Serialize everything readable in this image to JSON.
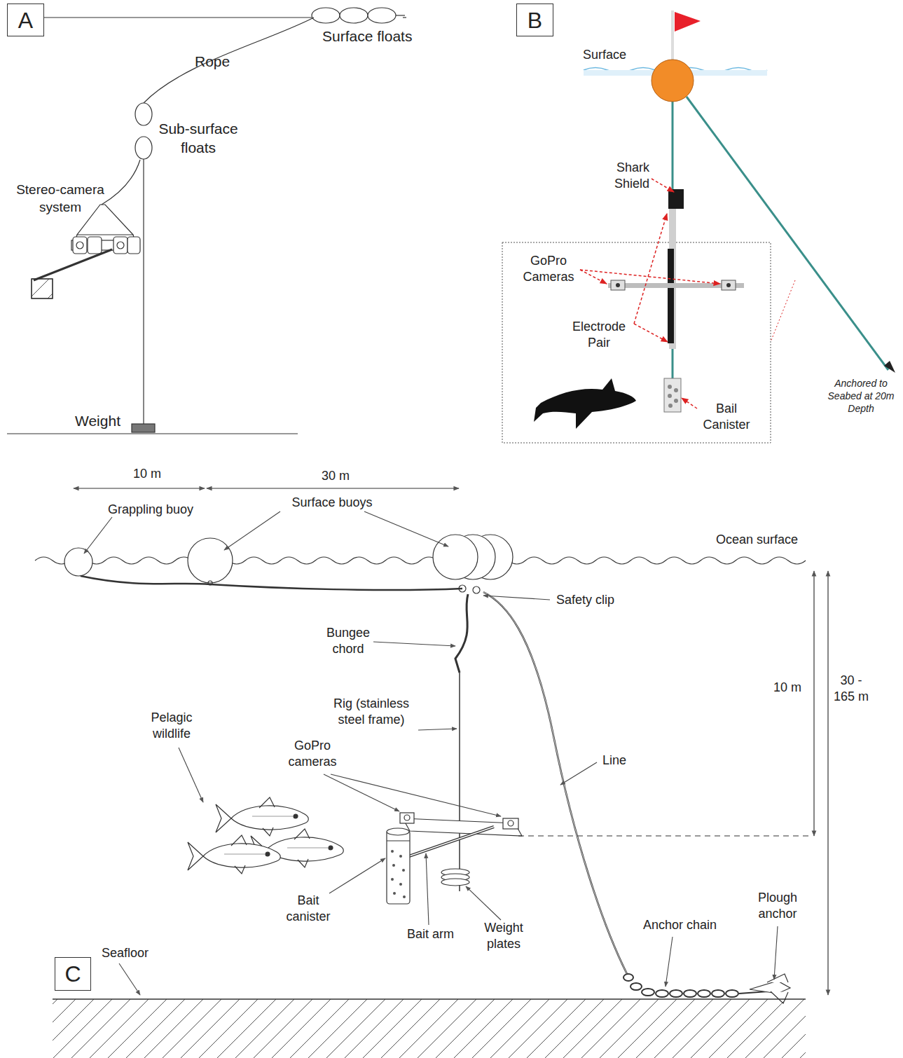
{
  "diagram": {
    "nodes": [
      {
        "text": [
          "A"
        ]
      },
      {
        "text": [
          "B"
        ]
      },
      {
        "text": [
          "C"
        ]
      }
    ],
    "labels": [
      "Surface floats",
      "Rope",
      "Sub-surface floats",
      "Stereo-camera system",
      "Weight",
      "Surface",
      "Shark Shield",
      "GoPro Cameras",
      "Electrode Pair",
      "Bail Canister",
      "Anchored to Seabed at 20m Depth",
      "10 m",
      "30 m",
      "Grappling buoy",
      "Surface buoys",
      "Ocean surface",
      "Safety clip",
      "Bungee chord",
      "Rig (stainless steel frame)",
      "Line",
      "Pelagic wildlife",
      "GoPro cameras",
      "10 m",
      "30 - 165 m",
      "Bait canister",
      "Bait arm",
      "Weight plates",
      "Anchor chain",
      "Plough anchor",
      "Seafloor"
    ]
  }
}
